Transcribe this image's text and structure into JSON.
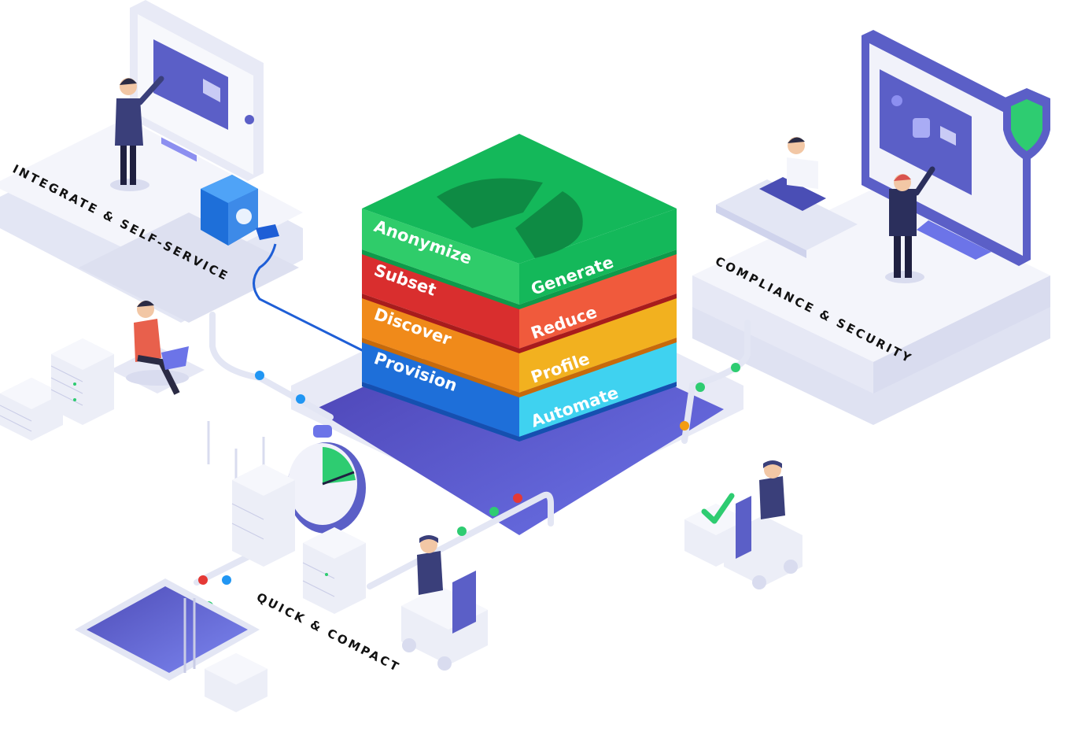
{
  "sections": {
    "integrate": "INTEGRATE & SELF-SERVICE",
    "compliance": "COMPLIANCE & SECURITY",
    "quick": "QUICK & COMPACT"
  },
  "stack": {
    "layers": [
      {
        "left": "Anonymize",
        "right": "Generate",
        "color_left": "#2fcc6a",
        "color_right": "#14b85a",
        "edge": "#0e9a4a"
      },
      {
        "left": "Subset",
        "right": "Reduce",
        "color_left": "#d92e2e",
        "color_right": "#f05a3c",
        "edge": "#a81c1c"
      },
      {
        "left": "Discover",
        "right": "Profile",
        "color_left": "#f08a1a",
        "color_right": "#f2b11f",
        "edge": "#c76a0a"
      },
      {
        "left": "Provision",
        "right": "Automate",
        "color_left": "#1e6fd9",
        "color_right": "#3fd2f0",
        "edge": "#1550b0"
      }
    ],
    "top_color": "#14b85a"
  },
  "colors": {
    "platform": "#eceef7",
    "platform_shadow": "#d9dcef",
    "indigo": "#5b5fc7",
    "indigo_dark": "#4a4eb5",
    "node_green": "#2ecc71",
    "node_red": "#e53935",
    "node_blue": "#2196f3",
    "node_orange": "#f39c12"
  }
}
